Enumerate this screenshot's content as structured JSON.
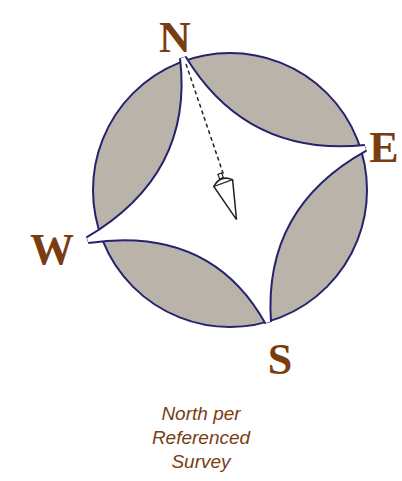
{
  "diagram": {
    "caption": "North per Referenced Survey",
    "labels": [
      "N",
      "E",
      "S",
      "W"
    ]
  }
}
